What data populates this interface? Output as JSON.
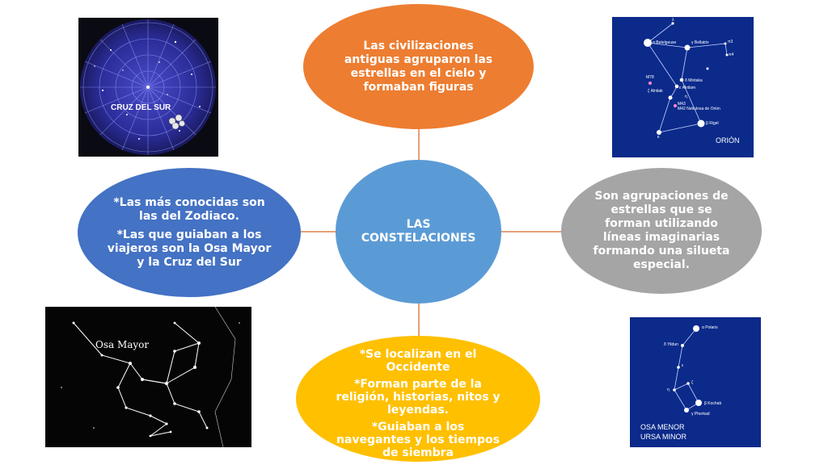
{
  "center": {
    "label": "LAS CONSTELACIONES"
  },
  "top": {
    "text": "Las civilizaciones antiguas agruparon las estrellas en el cielo y formaban figuras"
  },
  "left": {
    "lines": [
      "*Las más conocidas son las del Zodiaco.",
      "*Las que guiaban a los viajeros son la Osa Mayor y la Cruz del Sur"
    ]
  },
  "right": {
    "text": "Son agrupaciones de estrellas que se forman utilizando líneas imaginarias formando una silueta especial."
  },
  "bottom": {
    "lines": [
      "*Se localizan en el Occidente",
      "*Forman parte de la religión, historias, nitos y leyendas.",
      "*Guiaban a los navegantes y los tiempos de siembra"
    ]
  },
  "images": {
    "cruz_del_sur": {
      "caption": "CRUZ DEL SUR"
    },
    "orion": {
      "caption": "ORIÓN",
      "stars": [
        "α Betelgeuse",
        "γ Bellatrix",
        "M78",
        "δ Mintaka",
        "ε Alnilam",
        "ζ Alnitak",
        "M43",
        "M42 Nebulosa de Orión",
        "β Rigel",
        "κ",
        "λ",
        "π3",
        "π4",
        "η"
      ]
    },
    "osa_mayor": {
      "caption": "Osa Mayor"
    },
    "osa_menor": {
      "caption_line1": "OSA MENOR",
      "caption_line2": "URSA MINOR",
      "stars": [
        "α Polaris",
        "δ Yildun",
        "ε",
        "ζ",
        "η",
        "β Kochab",
        "γ Pherkad"
      ]
    }
  },
  "colors": {
    "top": "#ed7d31",
    "center": "#5b9bd5",
    "left": "#4472c4",
    "right": "#a5a5a5",
    "bottom": "#ffc000",
    "connector": "#e6a07a"
  }
}
